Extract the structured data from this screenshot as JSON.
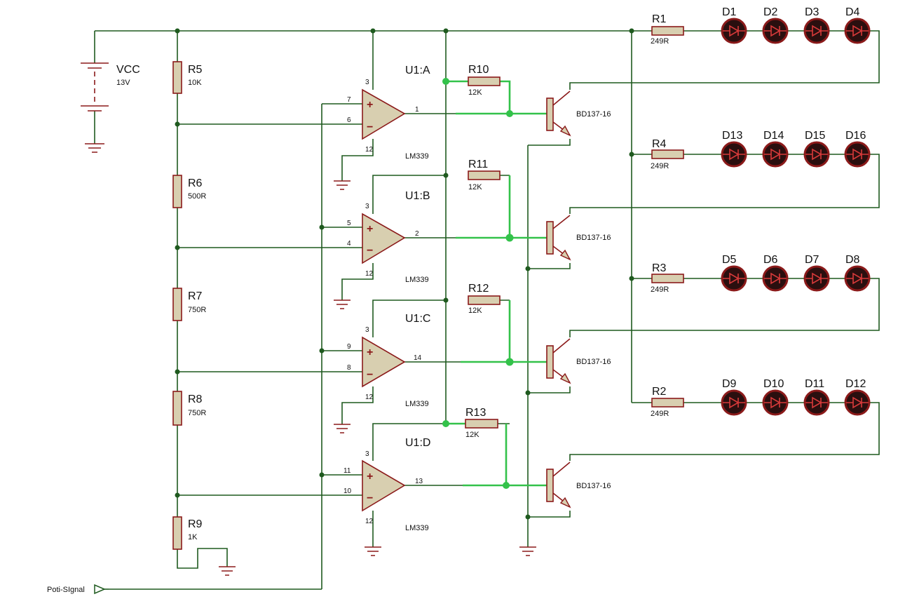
{
  "battery": {
    "name": "VCC",
    "value": "13V"
  },
  "resistors": [
    {
      "name": "R5",
      "value": "10K"
    },
    {
      "name": "R6",
      "value": "500R"
    },
    {
      "name": "R7",
      "value": "750R"
    },
    {
      "name": "R8",
      "value": "750R"
    },
    {
      "name": "R9",
      "value": "1K"
    },
    {
      "name": "R10",
      "value": "12K"
    },
    {
      "name": "R11",
      "value": "12K"
    },
    {
      "name": "R12",
      "value": "12K"
    },
    {
      "name": "R13",
      "value": "12K"
    },
    {
      "name": "R1",
      "value": "249R"
    },
    {
      "name": "R4",
      "value": "249R"
    },
    {
      "name": "R3",
      "value": "249R"
    },
    {
      "name": "R2",
      "value": "249R"
    }
  ],
  "opamps": [
    {
      "name": "U1:A",
      "part": "LM339",
      "pin_plus": "7",
      "pin_minus": "6",
      "pin_out": "1",
      "pin_vcc": "3",
      "pin_gnd": "12"
    },
    {
      "name": "U1:B",
      "part": "LM339",
      "pin_plus": "5",
      "pin_minus": "4",
      "pin_out": "2",
      "pin_vcc": "3",
      "pin_gnd": "12"
    },
    {
      "name": "U1:C",
      "part": "LM339",
      "pin_plus": "9",
      "pin_minus": "8",
      "pin_out": "14",
      "pin_vcc": "3",
      "pin_gnd": "12"
    },
    {
      "name": "U1:D",
      "part": "LM339",
      "pin_plus": "11",
      "pin_minus": "10",
      "pin_out": "13",
      "pin_vcc": "3",
      "pin_gnd": "12"
    }
  ],
  "transistors": [
    {
      "part": "BD137-16"
    },
    {
      "part": "BD137-16"
    },
    {
      "part": "BD137-16"
    },
    {
      "part": "BD137-16"
    }
  ],
  "leds": [
    "D1",
    "D2",
    "D3",
    "D4",
    "D13",
    "D14",
    "D15",
    "D16",
    "D5",
    "D6",
    "D7",
    "D8",
    "D9",
    "D10",
    "D11",
    "D12"
  ],
  "input": {
    "label": "Poti-SIgnal"
  },
  "colors": {
    "wire": "#1f5a1f",
    "active_wire": "#33c24a",
    "component": "#8b1a1a",
    "body": "#d8cfb0",
    "led": "#8b1a1a"
  }
}
